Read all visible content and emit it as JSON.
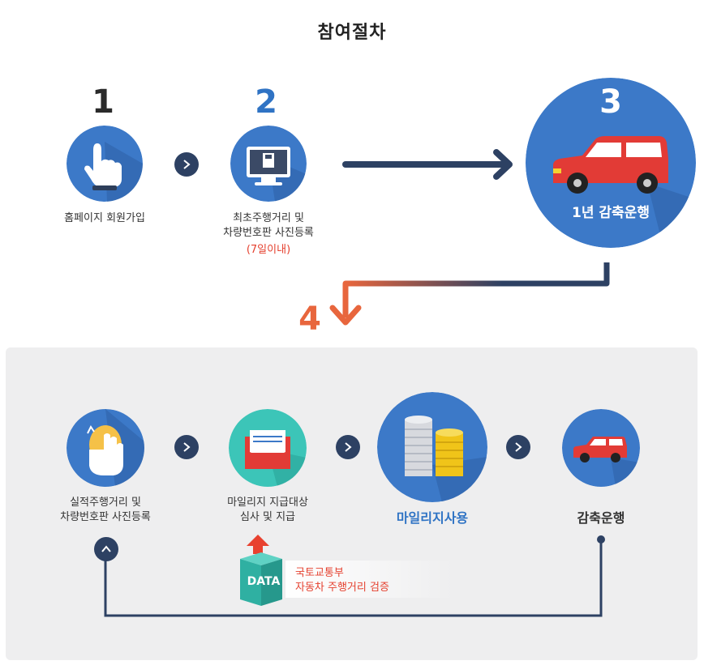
{
  "title": "참여절차",
  "steps": {
    "step1": {
      "number": "1",
      "label": "홈페이지 회원가입"
    },
    "step2": {
      "number": "2",
      "label_line1": "최초주행거리 및",
      "label_line2": "차량번호판 사진등록",
      "note": "(7일이내)"
    },
    "step3": {
      "number": "3",
      "label": "1년 감축운행"
    },
    "step4": {
      "number": "4"
    }
  },
  "cycle": {
    "item1": {
      "line1": "실적주행거리 및",
      "line2": "차량번호판 사진등록"
    },
    "item2": {
      "line1": "마일리지 지급대상",
      "line2": "심사 및 지급"
    },
    "item3": {
      "label": "마일리지사용"
    },
    "item4": {
      "label": "감축운행"
    }
  },
  "data_box": {
    "badge": "DATA",
    "line1": "국토교통부",
    "line2": "자동차 주행거리 검증"
  },
  "colors": {
    "navy": "#2d4163",
    "blue": "#3c79c8",
    "orange": "#e8663d",
    "red": "#e5412f",
    "teal": "#3cc5b8"
  },
  "icons": [
    "hand-pointer-icon",
    "computer-upload-icon",
    "car-icon",
    "hand-pointer-icon",
    "envelope-icon",
    "coins-icon",
    "car-icon",
    "chevron-right-icon",
    "chevron-up-icon"
  ]
}
